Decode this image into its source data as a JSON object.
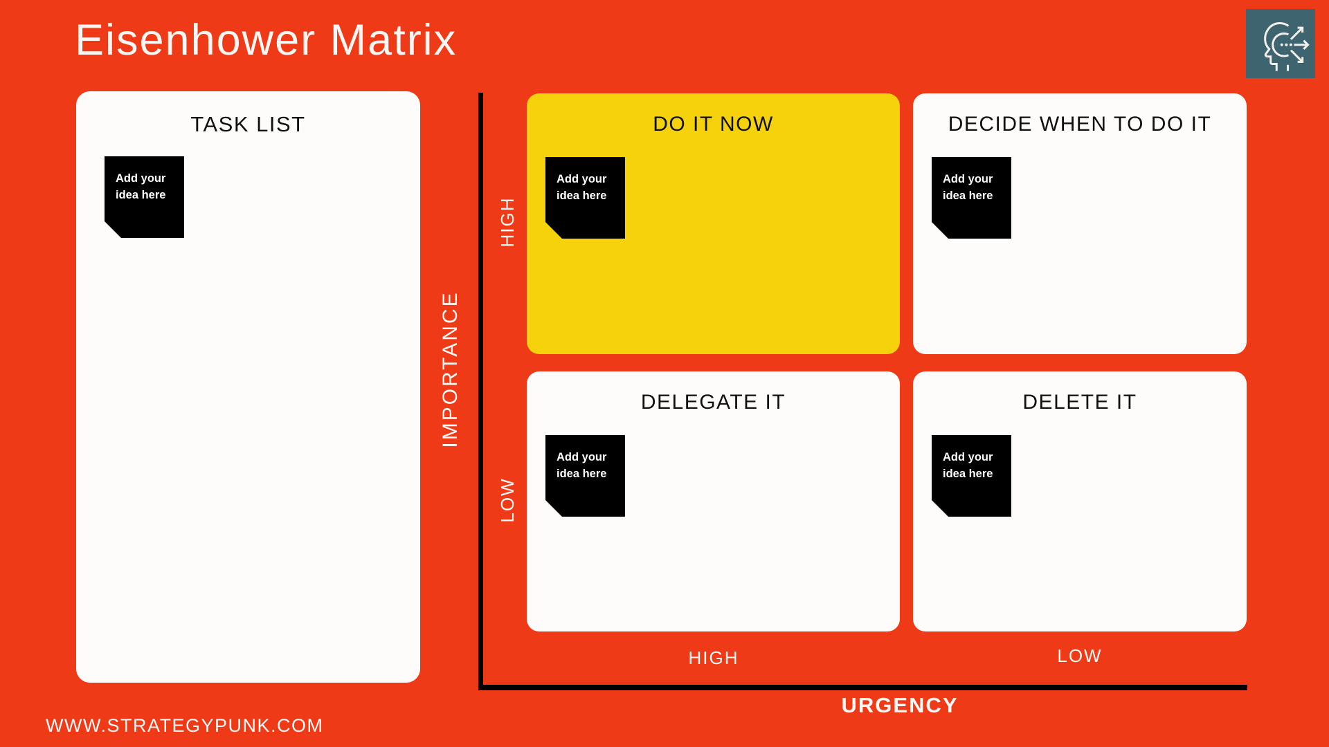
{
  "header": {
    "title": "Eisenhower Matrix"
  },
  "logo": {
    "icon": "head-with-arrows-icon",
    "background_color": "#3E6470"
  },
  "task_list": {
    "title": "TASK LIST",
    "note_label": "Add your idea here"
  },
  "matrix": {
    "importance_axis": {
      "label": "IMPORTANCE",
      "high": "HIGH",
      "low": "LOW"
    },
    "urgency_axis": {
      "label": "URGENCY",
      "high": "HIGH",
      "low": "LOW"
    },
    "quadrants": [
      {
        "title": "DO IT NOW",
        "note_label": "Add your idea here",
        "highlighted": true,
        "background_color": "#F5D20B"
      },
      {
        "title": "DECIDE WHEN TO DO IT",
        "note_label": "Add your idea here",
        "highlighted": false,
        "background_color": "#FFFFFF"
      },
      {
        "title": "DELEGATE IT",
        "note_label": "Add your idea here",
        "highlighted": false,
        "background_color": "#FFFFFF"
      },
      {
        "title": "DELETE IT",
        "note_label": "Add your idea here",
        "highlighted": false,
        "background_color": "#FFFFFF"
      }
    ]
  },
  "footer": {
    "website": "WWW.STRATEGYPUNK.COM"
  },
  "colors": {
    "background": "#EE3A17",
    "highlight_yellow": "#F5D20B",
    "card_white": "#FFFFFF",
    "note_black": "#000000",
    "axis_black": "#000000",
    "text_white": "#FFFFFF",
    "logo_teal": "#3E6470"
  }
}
